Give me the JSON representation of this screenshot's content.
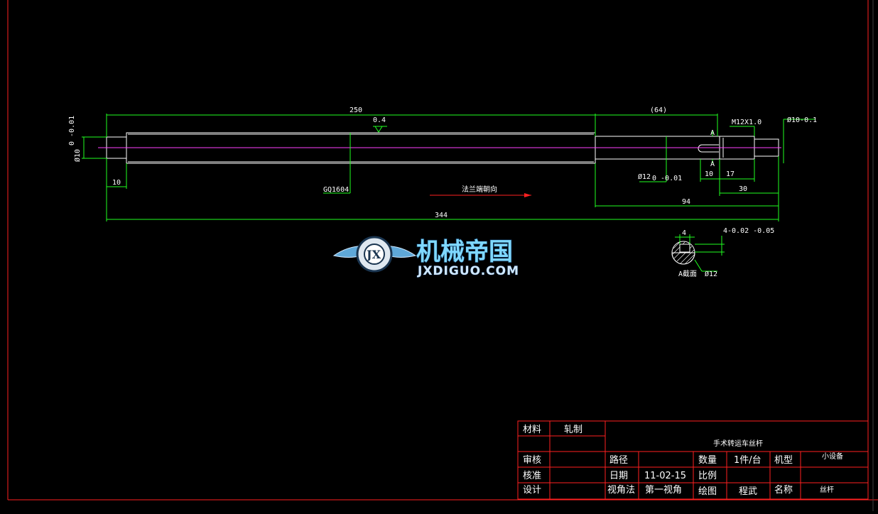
{
  "dimensions": {
    "d250": "250",
    "d64": "(64)",
    "m12": "M12X1.0",
    "d010": "Ø10-0.1",
    "d0_4": "0.4",
    "dia10_left": "Ø10",
    "dia10_tol": "0\n-0.01",
    "d10_left": "10",
    "gq": "GQ1604",
    "dia12": "Ø12",
    "dia12_tol": "0\n-0.01",
    "d10_right": "10",
    "d17": "17",
    "d30": "30",
    "d94": "94",
    "d344": "344",
    "flange_dir": "法兰端朝向",
    "section_4": "4",
    "section_tol": "4-0.02\n   -0.05",
    "section_name": "A截面",
    "section_dia": "Ø12",
    "mark_a_top": "A",
    "mark_a_bot": "A"
  },
  "watermark": {
    "cn": "机械帝国",
    "en": "JXDIGUO.COM",
    "emblem": "JX"
  },
  "title_block": {
    "material_label": "材料",
    "material_value": "轧制",
    "drawing_title": "手术转运车丝杆",
    "review": "审核",
    "path": "路径",
    "quantity_label": "数量",
    "quantity_value": "1件/台",
    "model_label": "机型",
    "model_value": "小设备",
    "approve": "核准",
    "date_label": "日期",
    "date_value": "11-02-15",
    "scale_label": "比例",
    "design": "设计",
    "view_label": "视角法",
    "view_value": "第一视角",
    "drawn": "绘图",
    "drawn_by": "程武",
    "name_label": "名称",
    "name_value": "丝杆"
  },
  "colors": {
    "frame": "#ff2020",
    "outline": "#ffffff",
    "dimension": "#20ff20",
    "centerline": "#ff40ff",
    "background": "#000000"
  }
}
